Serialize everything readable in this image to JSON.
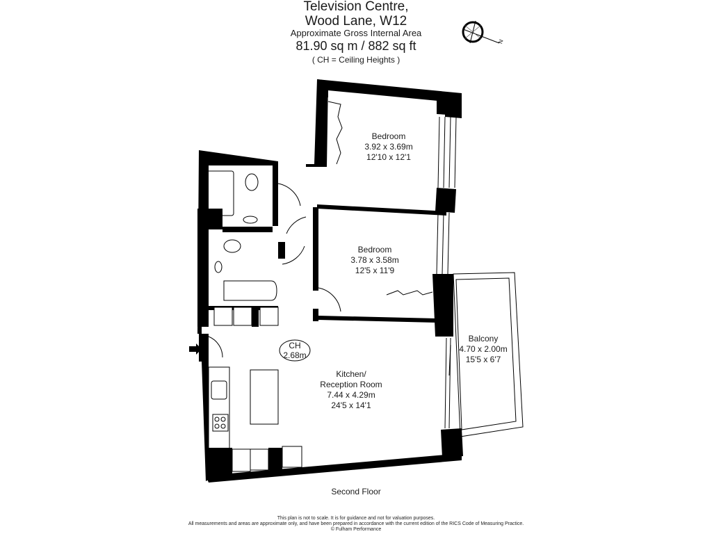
{
  "header": {
    "title_line1": "Television Centre,",
    "title_line2": "Wood Lane, W12",
    "area_label": "Approximate Gross Internal Area",
    "area_value": "81.90 sq m  /  882 sq ft",
    "legend_note": "( CH = Ceiling Heights )"
  },
  "compass": {
    "icon": "compass-icon",
    "north_label": "N"
  },
  "rooms": [
    {
      "name": "Bedroom",
      "metric": "3.92 x 3.69m",
      "imperial": "12'10 x 12'1"
    },
    {
      "name": "Bedroom",
      "metric": "3.78 x 3.58m",
      "imperial": "12'5 x 11'9"
    },
    {
      "name_line1": "Kitchen/",
      "name_line2": "Reception Room",
      "metric": "7.44 x 4.29m",
      "imperial": "24'5 x 14'1"
    },
    {
      "name": "Balcony",
      "metric": "4.70 x 2.00m",
      "imperial": "15'5 x 6'7"
    }
  ],
  "ceiling_height": {
    "label": "CH",
    "value": "2.68m"
  },
  "entrance": {
    "icon": "entrance-arrow-icon"
  },
  "floor_label": "Second Floor",
  "disclaimer": {
    "line1": "This plan is not to scale. It is for guidance and not for valuation purposes.",
    "line2": "All measurements and areas are approximate only, and have been prepared in accordance with the current edition of the RICS Code of Measuring Practice.",
    "line3": "© Fulham Performance"
  },
  "colors": {
    "wall": "#000000",
    "line": "#1a1a1a",
    "background": "#ffffff"
  }
}
